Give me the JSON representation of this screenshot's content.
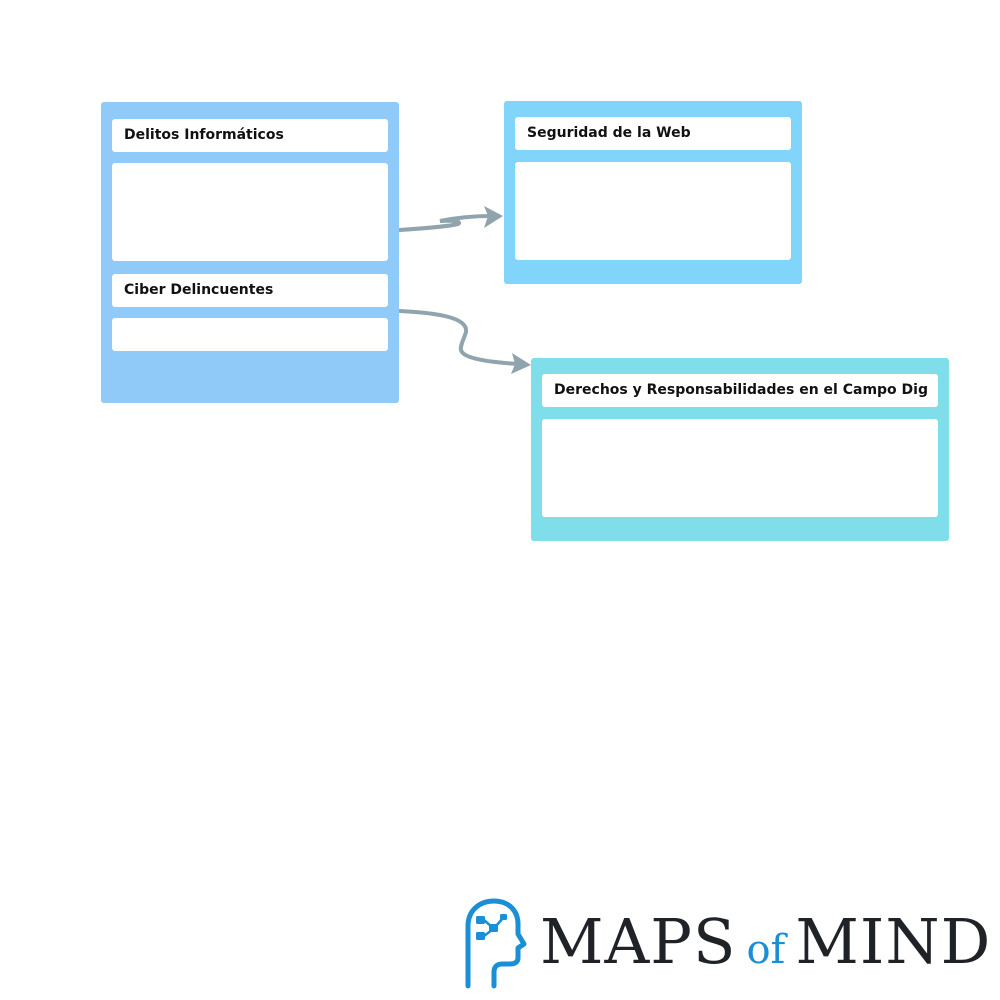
{
  "colors": {
    "node_main": "#90caf9",
    "node_web": "#81d4fa",
    "node_rights": "#80deea",
    "connector": "#90a4ae",
    "logo_blue": "#1a8fd6",
    "logo_dark": "#1f2328"
  },
  "nodes": [
    {
      "id": "main",
      "sections": [
        {
          "title": "Delitos Informáticos",
          "body": ""
        },
        {
          "title": "Ciber Delincuentes",
          "body": ""
        }
      ]
    },
    {
      "id": "web",
      "sections": [
        {
          "title": "Seguridad de la Web",
          "body": ""
        }
      ]
    },
    {
      "id": "rights",
      "sections": [
        {
          "title": "Derechos y Responsabilidades en el Campo Dig",
          "body": ""
        }
      ]
    }
  ],
  "connectors": [
    {
      "from": "Delitos Informáticos",
      "to": "Seguridad de la Web"
    },
    {
      "from": "Ciber Delincuentes",
      "to": "Derechos y Responsabilidades en el Campo Dig"
    }
  ],
  "logo": {
    "icon": "head-mindmap-icon",
    "word1": "MAPS",
    "word2": "of",
    "word3": "MIND"
  }
}
